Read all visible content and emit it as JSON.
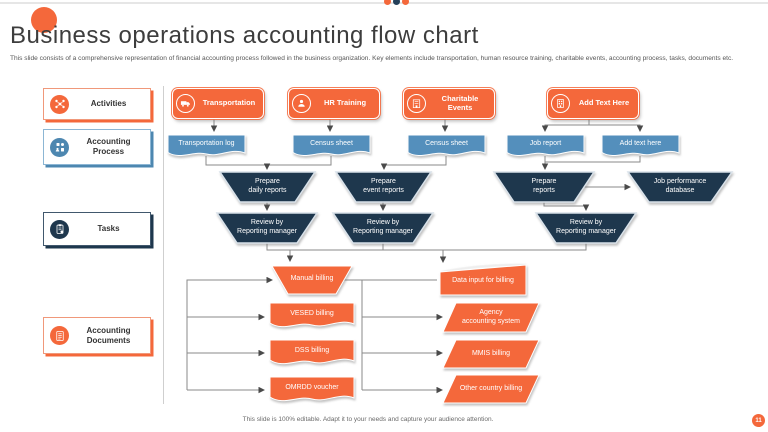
{
  "page": {
    "title": "Business operations accounting flow chart",
    "subtitle": "This slide consists of a comprehensive representation of financial accounting process followed in the business organization. Key elements include transportation, human resource training, charitable events, accounting process, tasks, documents etc.",
    "footer": "This slide is 100% editable. Adapt it to your needs and capture your audience attention.",
    "page_number": "11"
  },
  "colors": {
    "accent_orange": "#F4683B",
    "steel_blue": "#4D87B0",
    "document_blue": "#548FBC",
    "navy": "#1E374D",
    "connector_gray": "#8a8a8a"
  },
  "legend": {
    "items": [
      {
        "label": "Activities",
        "icon": "activities-icon",
        "color": "#F4683B"
      },
      {
        "label": "Accounting\nProcess",
        "icon": "accounting-process-icon",
        "color": "#4D87B0"
      },
      {
        "label": "Tasks",
        "icon": "tasks-icon",
        "color": "#1E374D"
      },
      {
        "label": "Accounting\nDocuments",
        "icon": "accounting-documents-icon",
        "color": "#F4683B"
      }
    ]
  },
  "flow": {
    "activities": [
      {
        "label": "Transportation",
        "icon": "truck-icon"
      },
      {
        "label": "HR Training",
        "icon": "person-icon"
      },
      {
        "label": "Charitable\nEvents",
        "icon": "charity-building-icon"
      },
      {
        "label": "Add Text Here",
        "icon": "building-icon"
      }
    ],
    "source_documents": [
      {
        "label": "Transportation log"
      },
      {
        "label": "Census sheet"
      },
      {
        "label": "Census sheet"
      },
      {
        "label": "Job report"
      },
      {
        "label": "Add text here"
      }
    ],
    "processes": [
      {
        "label": "Prepare\ndaily reports"
      },
      {
        "label": "Prepare\nevent reports"
      },
      {
        "label": "Prepare\nreports"
      },
      {
        "label": "Job performance\ndatabase"
      }
    ],
    "reviews": [
      {
        "label": "Review by\nReporting manager"
      },
      {
        "label": "Review by\nReporting manager"
      },
      {
        "label": "Review by\nReporting manager"
      }
    ],
    "billing_documents": [
      {
        "label": "Manual billing"
      },
      {
        "label": "VESED billing"
      },
      {
        "label": "DSS billing"
      },
      {
        "label": "OMRDD voucher"
      }
    ],
    "billing_outputs": [
      {
        "label": "Data input for billing"
      },
      {
        "label": "Agency\naccounting system"
      },
      {
        "label": "MMIS billing"
      },
      {
        "label": "Other country billing"
      }
    ]
  }
}
